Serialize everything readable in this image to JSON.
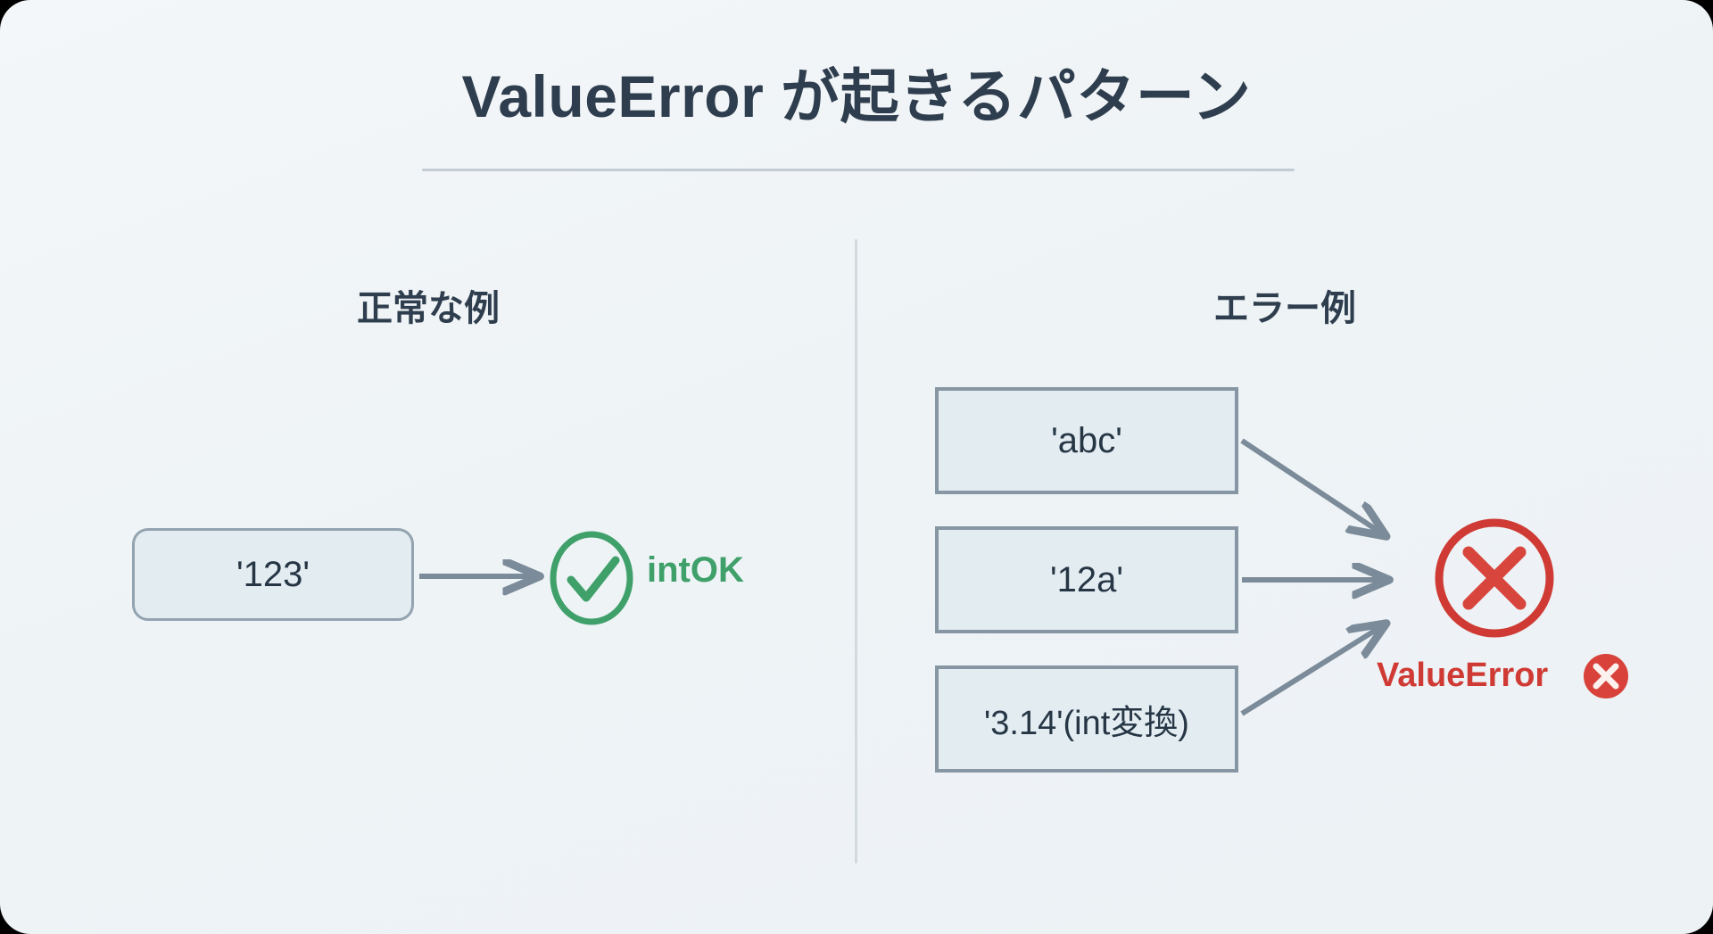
{
  "slide": {
    "title": "ValueError が起きるパターン",
    "columns": {
      "left_heading": "正常な例",
      "right_heading": "エラー例"
    },
    "success_branch": {
      "input_label": "'123'",
      "result_label": "intOK",
      "check_icon": "check-circle-icon",
      "accent_color": "#3fa06a"
    },
    "error_branch": {
      "inputs": [
        {
          "label": "'abc'"
        },
        {
          "label": "'12a'"
        },
        {
          "label": "'3.14'(int変換)"
        }
      ],
      "result_label": "ValueError",
      "error_icon": "x-circle-icon",
      "badge_icon": "x-circle-filled-icon",
      "accent_color": "#cf3b34"
    },
    "palette": {
      "background": "#eef3f6",
      "box_fill": "#e3ecf1",
      "box_border": "#8696a3",
      "arrow": "#7b8b99",
      "text": "#2f3e4e",
      "divider": "#c3ccd4"
    }
  }
}
